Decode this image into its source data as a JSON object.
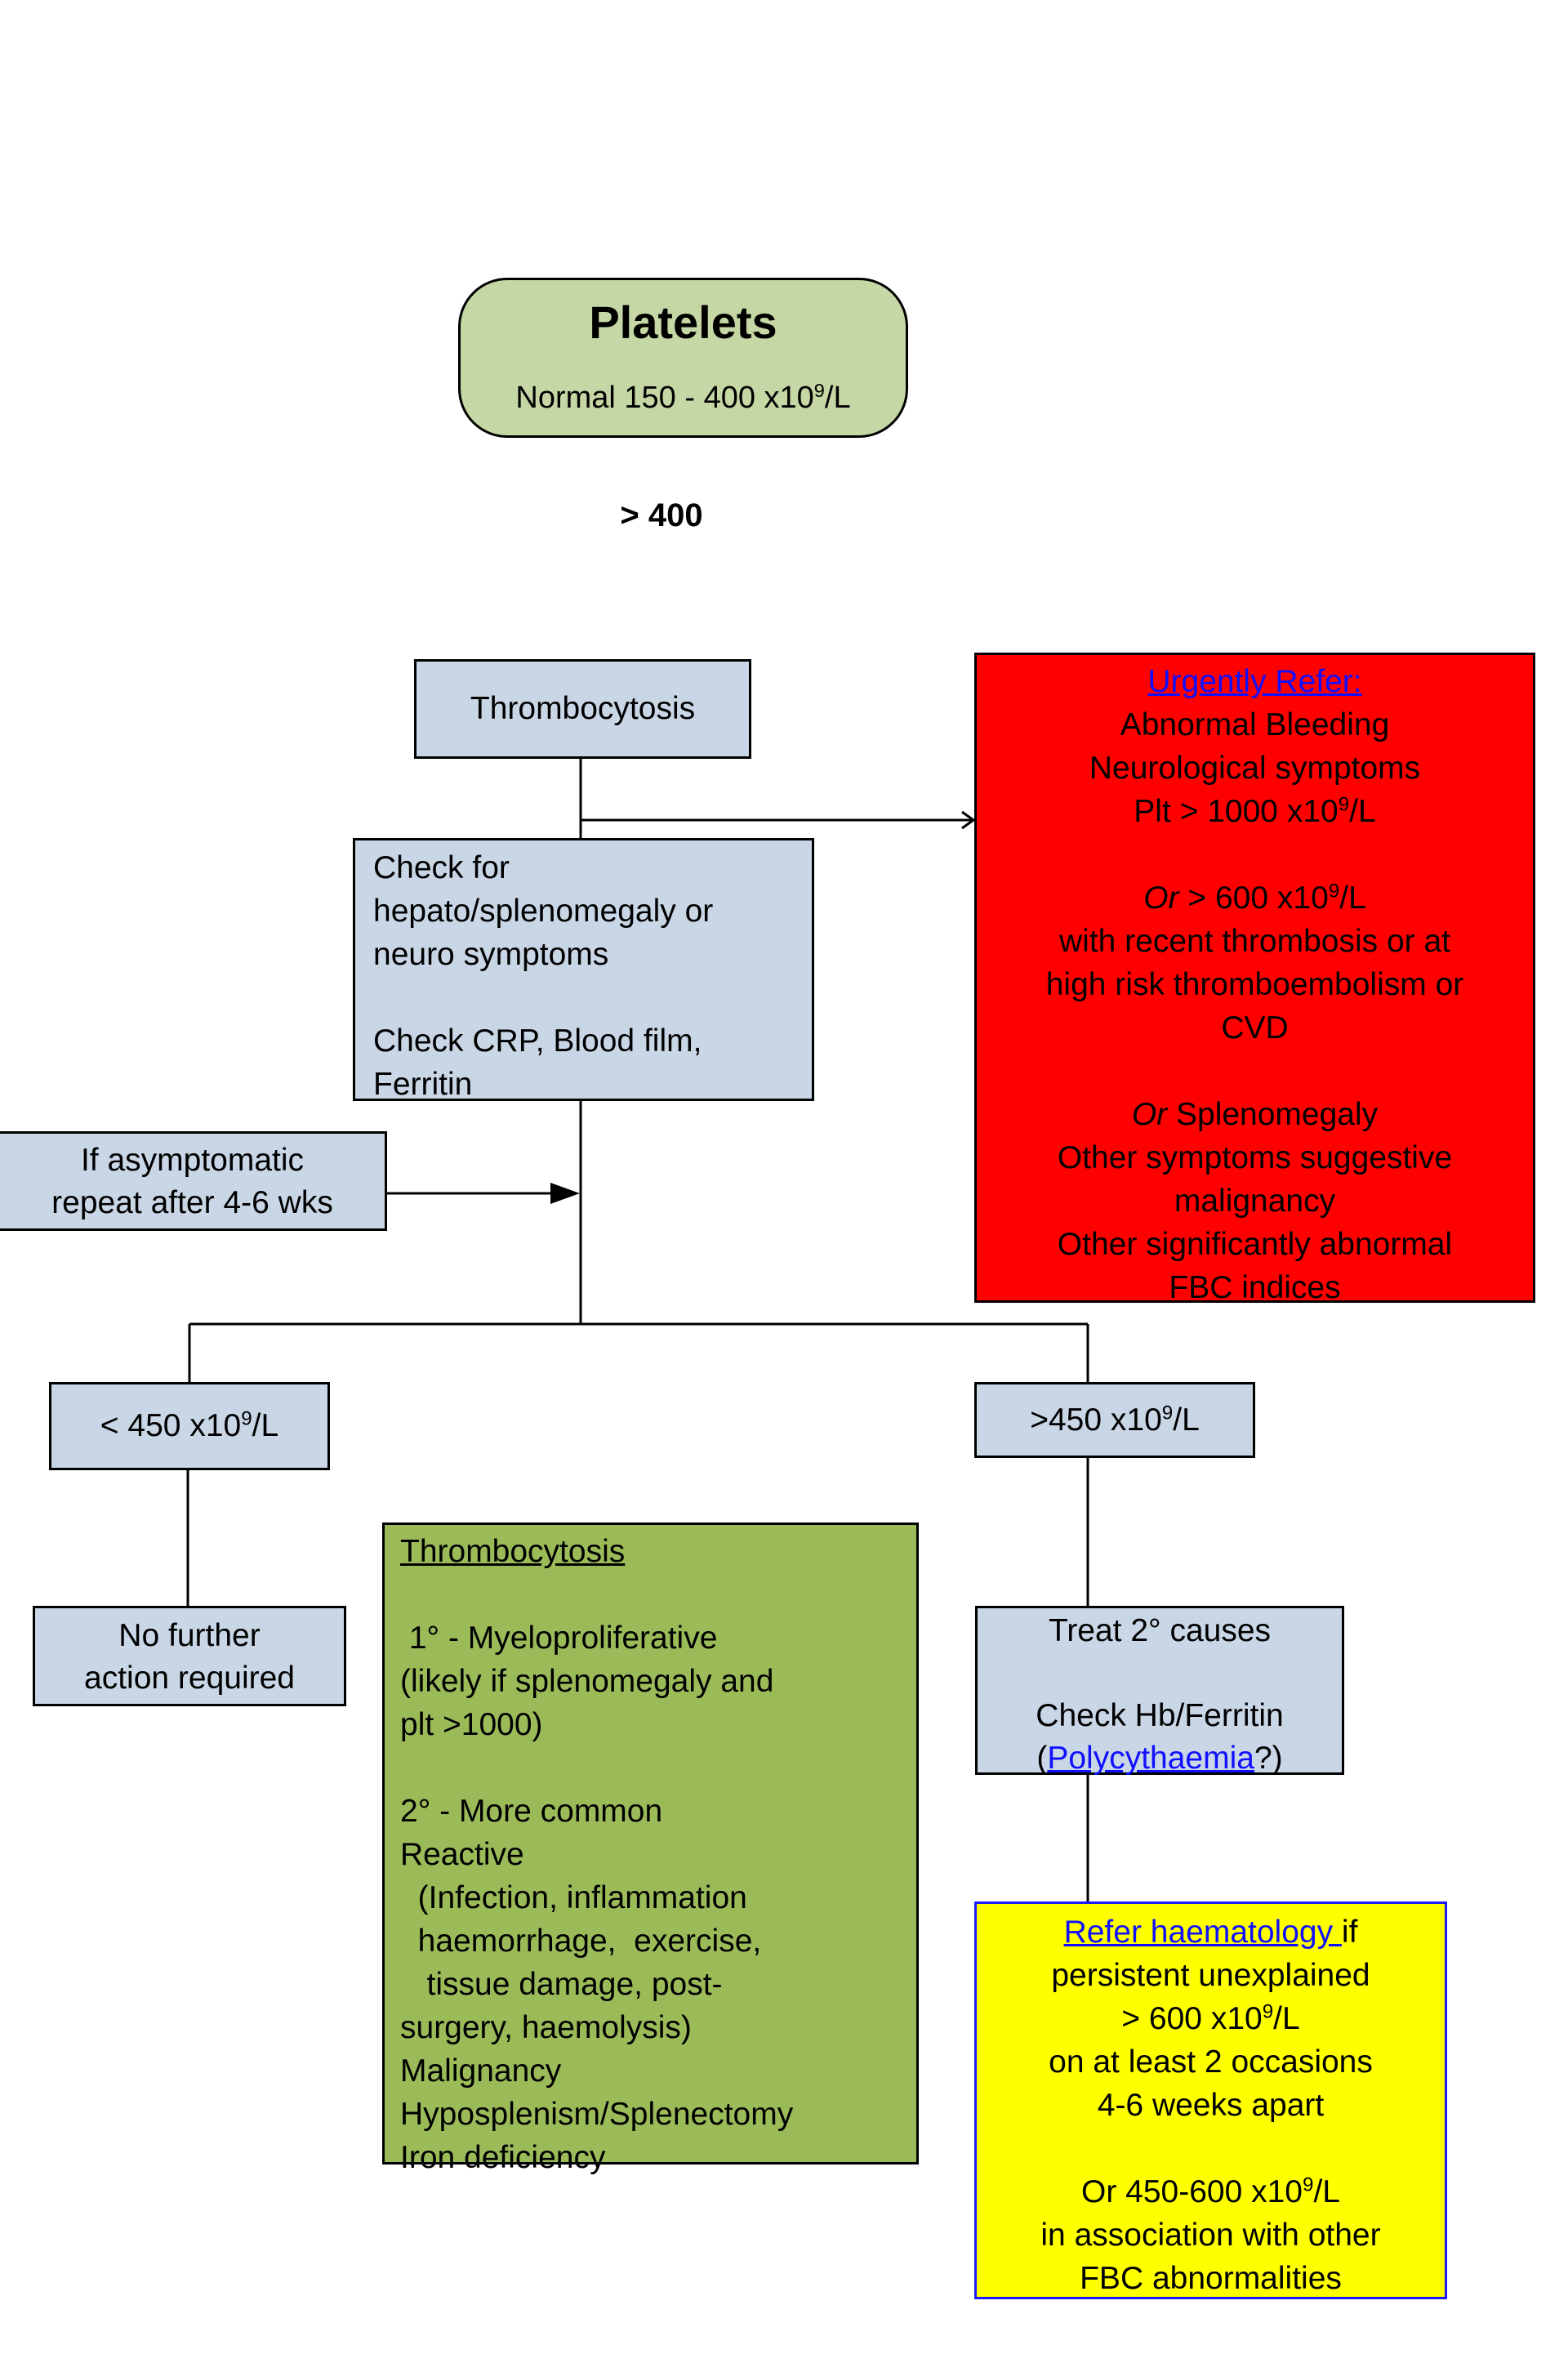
{
  "title_node": {
    "title": "Platelets",
    "normal_prefix": "Normal 150 - 400 x10",
    "exp": "9",
    "unit": "/L"
  },
  "threshold_label": "> 400",
  "thrombocytosis_node": {
    "label": "Thrombocytosis"
  },
  "check_node": {
    "lines": [
      "Check for",
      "hepato/splenomegaly or",
      "neuro symptoms",
      "",
      "Check CRP, Blood film,",
      "Ferritin"
    ]
  },
  "urgent_node": {
    "heading": "Urgently Refer:",
    "line1": "Abnormal Bleeding",
    "line2": "Neurological symptoms",
    "line3_prefix": "Plt > 1000 x10",
    "exp": "9",
    "unit": "/L",
    "or1_italic": "Or",
    "or1_rest": " > 600 x10",
    "line5": "with recent thrombosis or at",
    "line6": "high risk thromboembolism or",
    "line7": "CVD",
    "or2_italic": "Or",
    "or2_rest": " Splenomegaly",
    "line9": "Other symptoms suggestive",
    "line10": "malignancy",
    "line11": "Other significantly abnormal",
    "line12": "FBC indices",
    "color": "#ff0000"
  },
  "asymptomatic_node": {
    "line1": "If asymptomatic",
    "line2": "repeat after 4-6 wks"
  },
  "low_branch": {
    "prefix": "< 450 x10",
    "exp": "9",
    "unit": "/L"
  },
  "high_branch": {
    "prefix": ">450 x10",
    "exp": "9",
    "unit": "/L"
  },
  "no_action_node": {
    "line1": "No further",
    "line2": "action required"
  },
  "causes_node": {
    "heading": "Thrombocytosis",
    "lines": [
      "",
      " 1° - Myeloproliferative",
      "(likely if splenomegaly and",
      "plt >1000)",
      "",
      "2° - More common",
      "Reactive",
      "  (Infection, inflammation",
      "  haemorrhage,  exercise,",
      "   tissue damage, post-",
      "surgery, haemolysis)",
      "Malignancy",
      "Hyposplenism/Splenectomy",
      "Iron deficiency"
    ],
    "color": "#9bbb59"
  },
  "treat_node": {
    "line1": "Treat 2° causes",
    "line2": "Check Hb/Ferritin",
    "paren_open": "(",
    "link": "Polycythaemia",
    "paren_close": "?)"
  },
  "refer_node": {
    "link": "Refer haematology ",
    "link_suffix": "if",
    "line2": "persistent unexplained",
    "line3_prefix": "> 600 x10",
    "exp": "9",
    "unit": "/L",
    "line4": "on at least 2 occasions",
    "line5": "4-6 weeks apart",
    "line6_prefix": "Or 450-600 x10",
    "line7": "in association with other",
    "line8": "FBC abnormalities",
    "color": "#ffff00"
  },
  "colors": {
    "node_blue": "#c9d6e6",
    "title_green": "#c4d7a4",
    "link_blue": "#1010ff"
  }
}
